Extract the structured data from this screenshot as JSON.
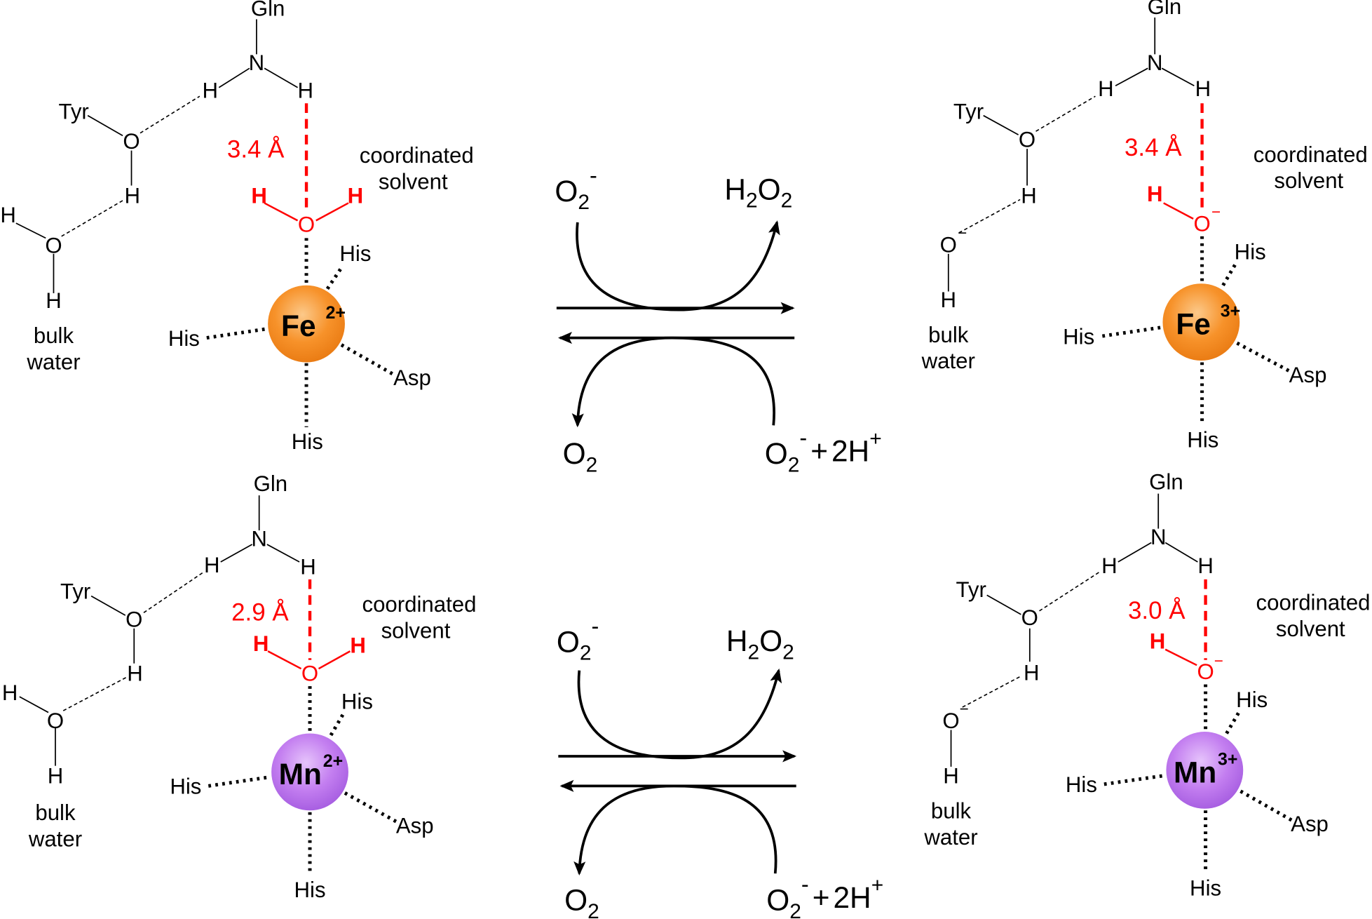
{
  "colors": {
    "fe_metal": "#f7922a",
    "mn_metal": "#c37ef0",
    "highlight": "#ff0000",
    "bond": "#000000"
  },
  "panels": {
    "fe2": {
      "metal": "Fe",
      "charge": "2+",
      "distance": "3.4 Å",
      "state": "reduced",
      "labels": {
        "gln": "Gln",
        "n": "N",
        "h_n_left": "H",
        "h_n_right": "H",
        "tyr": "Tyr",
        "o_tyr": "O",
        "h_tyr": "H",
        "h_bulk_top": "H",
        "o_bulk": "O",
        "h_bulk_bottom": "H",
        "bulk_line1": "bulk",
        "bulk_line2": "water",
        "coord_line1": "coordinated",
        "coord_line2": "solvent",
        "o_solvent": "O",
        "h_solvent_left": "H",
        "h_solvent_right": "H",
        "his_top": "His",
        "his_left": "His",
        "his_bottom": "His",
        "asp": "Asp"
      }
    },
    "fe3": {
      "metal": "Fe",
      "charge": "3+",
      "distance": "3.4 Å",
      "state": "oxidized",
      "labels": {
        "gln": "Gln",
        "n": "N",
        "h_n_left": "H",
        "h_n_right": "H",
        "tyr": "Tyr",
        "o_tyr": "O",
        "h_tyr": "H",
        "o_bulk": "O",
        "bulk_minus": "−",
        "h_bulk_bottom": "H",
        "bulk_line1": "bulk",
        "bulk_line2": "water",
        "coord_line1": "coordinated",
        "coord_line2": "solvent",
        "o_solvent": "O",
        "o_solvent_minus": "−",
        "h_solvent_left": "H",
        "his_top": "His",
        "his_left": "His",
        "his_bottom": "His",
        "asp": "Asp"
      }
    },
    "mn2": {
      "metal": "Mn",
      "charge": "2+",
      "distance": "2.9 Å",
      "state": "reduced",
      "labels": {
        "gln": "Gln",
        "n": "N",
        "h_n_left": "H",
        "h_n_right": "H",
        "tyr": "Tyr",
        "o_tyr": "O",
        "h_tyr": "H",
        "h_bulk_top": "H",
        "o_bulk": "O",
        "h_bulk_bottom": "H",
        "bulk_line1": "bulk",
        "bulk_line2": "water",
        "coord_line1": "coordinated",
        "coord_line2": "solvent",
        "o_solvent": "O",
        "h_solvent_left": "H",
        "h_solvent_right": "H",
        "his_top": "His",
        "his_left": "His",
        "his_bottom": "His",
        "asp": "Asp"
      }
    },
    "mn3": {
      "metal": "Mn",
      "charge": "3+",
      "distance": "3.0 Å",
      "state": "oxidized",
      "labels": {
        "gln": "Gln",
        "n": "N",
        "h_n_left": "H",
        "h_n_right": "H",
        "tyr": "Tyr",
        "o_tyr": "O",
        "h_tyr": "H",
        "o_bulk": "O",
        "bulk_minus": "−",
        "h_bulk_bottom": "H",
        "bulk_line1": "bulk",
        "bulk_line2": "water",
        "coord_line1": "coordinated",
        "coord_line2": "solvent",
        "o_solvent": "O",
        "o_solvent_minus": "−",
        "h_solvent_left": "H",
        "his_top": "His",
        "his_left": "His",
        "his_bottom": "His",
        "asp": "Asp"
      }
    }
  },
  "reactions": {
    "top": {
      "reactant_top": "O",
      "reactant_top_sub": "2",
      "reactant_top_sup": "-",
      "product_top_h": "H",
      "product_top_sub1": "2",
      "product_top_o": "O",
      "product_top_sub2": "2",
      "product_bottom": "O",
      "product_bottom_sub": "2",
      "reactant_bottom": "O",
      "reactant_bottom_sub": "2",
      "reactant_bottom_sup": "-",
      "reactant_bottom_plus": "+",
      "reactant_bottom_proton": "2H",
      "reactant_bottom_proton_sup": "+"
    },
    "bottom": {
      "reactant_top": "O",
      "reactant_top_sub": "2",
      "reactant_top_sup": "-",
      "product_top_h": "H",
      "product_top_sub1": "2",
      "product_top_o": "O",
      "product_top_sub2": "2",
      "product_bottom": "O",
      "product_bottom_sub": "2",
      "reactant_bottom": "O",
      "reactant_bottom_sub": "2",
      "reactant_bottom_sup": "-",
      "reactant_bottom_plus": "+",
      "reactant_bottom_proton": "2H",
      "reactant_bottom_proton_sup": "+"
    }
  }
}
